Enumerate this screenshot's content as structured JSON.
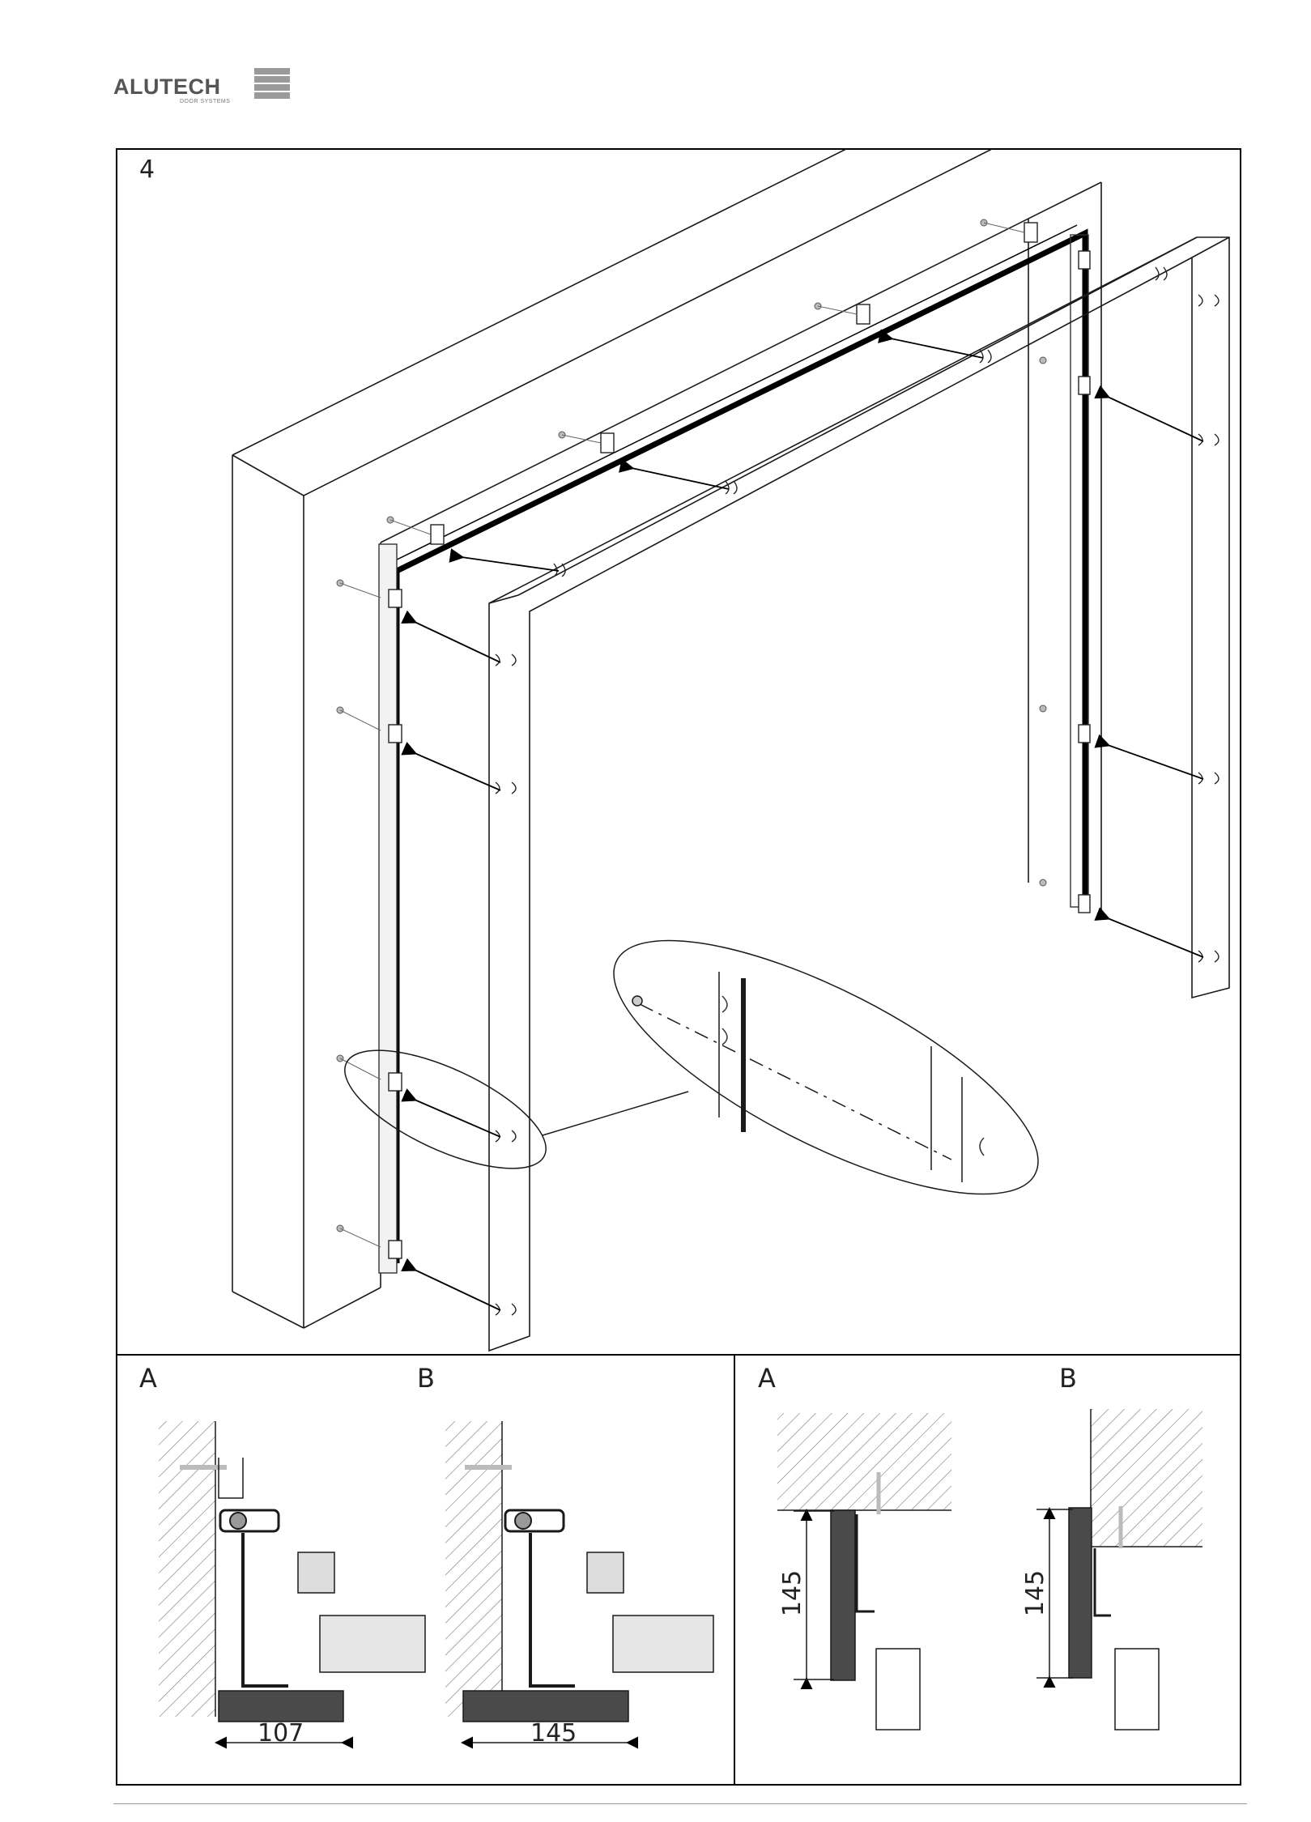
{
  "brand": {
    "name": "ALUTECH",
    "tagline": "DOOR SYSTEMS"
  },
  "step_number": "4",
  "details": {
    "left_panel": {
      "label_a": "A",
      "label_b": "B",
      "dim_a": "107",
      "dim_b": "145"
    },
    "right_panel": {
      "label_a": "A",
      "label_b": "B",
      "dim_a": "145",
      "dim_b": "145"
    }
  },
  "colors": {
    "line": "#1a1a1a",
    "frame": "#000000",
    "hatch": "#888888",
    "fill_gray": "#d9d9d9",
    "dark": "#3a3a3a"
  }
}
